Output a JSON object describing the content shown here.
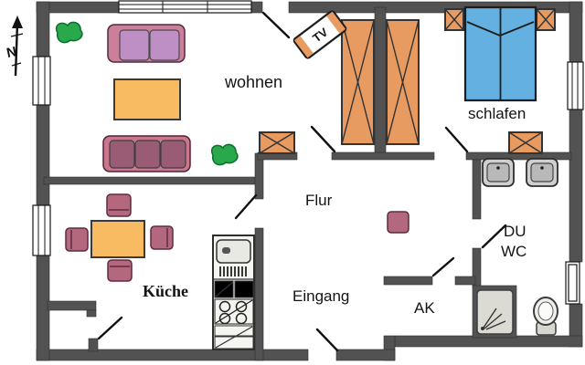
{
  "floorplan": {
    "rooms": {
      "living": "wohnen",
      "bedroom": "schlafen",
      "hallway": "Flur",
      "kitchen": "Küche",
      "entrance": "Eingang",
      "storage": "AK",
      "bath_line1": "DU",
      "bath_line2": "WC"
    },
    "tv_label": "TV",
    "north_label": "N",
    "colors": {
      "wall": "#525252",
      "furniture_orange": "#e79b61",
      "bed_blue": "#64b0e0",
      "table_orange": "#f8bb61",
      "sofa_frame": "#cb7f9b",
      "sofa_cushion": "#bd8fc4",
      "sofa2_frame": "#ca768d",
      "sofa2_cushion": "#9a5c74",
      "chair_mauve": "#b4687e",
      "plant_green": "#2aa84c",
      "fixture_gray": "#cfcfcf"
    }
  }
}
